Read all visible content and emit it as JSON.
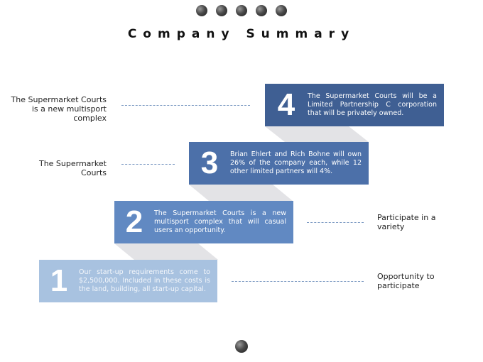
{
  "title": "Company Summary",
  "steps": [
    {
      "number": "1",
      "text": "Our start-up requirements come to $2,500,000. Included in these costs is the land, building,  all start-up capital."
    },
    {
      "number": "2",
      "text": "The Supermarket Courts is a new multisport  complex that will casual users an opportunity."
    },
    {
      "number": "3",
      "text": "Brian Ehlert and Rich Bohne will own 26% of the company each, while 12 other limited partners will 4%."
    },
    {
      "number": "4",
      "text": "The Supermarket Courts will be a Limited Partnership C corporation  that will be privately owned."
    }
  ],
  "labels": {
    "left_top": "The Supermarket Courts is a new multisport complex",
    "left_middle": "The Supermarket Courts",
    "right_middle": "Participate in a variety",
    "right_bottom": "Opportunity to participate"
  },
  "colors": {
    "step1": "#a8c2e0",
    "step2": "#6189c2",
    "step3": "#4c70a9",
    "step4": "#3f5f93",
    "shadow": "#e3e3e6",
    "connector": "#7b99c2"
  }
}
